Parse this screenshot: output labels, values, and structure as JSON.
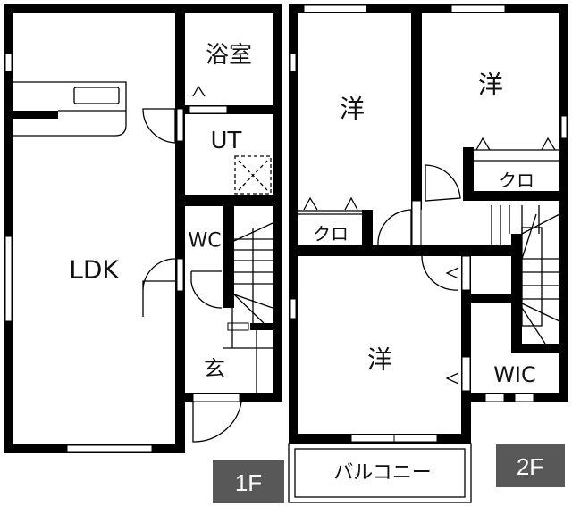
{
  "floor1": {
    "badge": "1F",
    "rooms": {
      "bath": "浴室",
      "utility": "UT",
      "toilet": "WC",
      "ldk": "LDK",
      "entrance": "玄"
    }
  },
  "floor2": {
    "badge": "2F",
    "rooms": {
      "western_top_left": "洋",
      "western_top_right": "洋",
      "western_bottom": "洋",
      "closet_left": "クロ",
      "closet_right": "クロ",
      "walk_in_closet": "WIC",
      "balcony": "バルコニー"
    }
  },
  "colors": {
    "wall": "#000000",
    "badge": "#585858"
  }
}
